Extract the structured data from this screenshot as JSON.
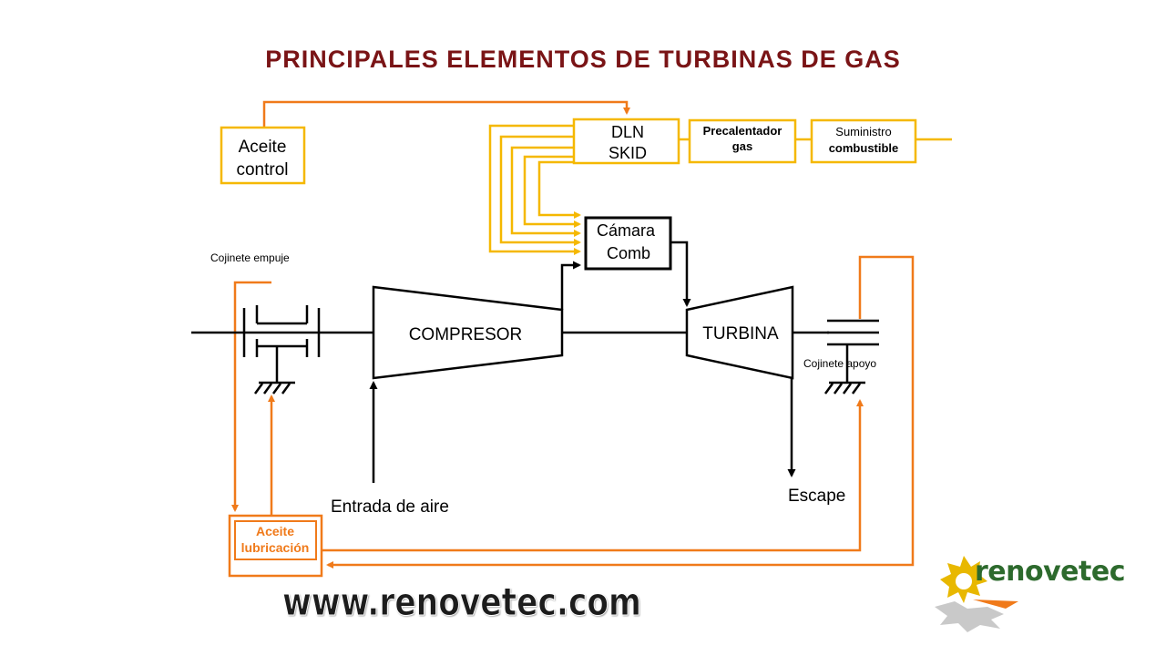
{
  "title": "PRINCIPALES ELEMENTOS DE TURBINAS DE GAS",
  "blocks": {
    "aceite_control": [
      "Aceite",
      "control"
    ],
    "dln_skid": [
      "DLN",
      "SKID"
    ],
    "precalentador": [
      "Precalentador",
      "gas"
    ],
    "suministro": [
      "Suministro",
      "combustible"
    ],
    "camara": [
      "Cámara",
      "Comb"
    ],
    "compresor": "COMPRESOR",
    "turbina": "TURBINA",
    "aceite_lubricacion": [
      "Aceite",
      "lubricación"
    ]
  },
  "labels": {
    "cojinete_empuje": "Cojinete empuje",
    "cojinete_apoyo": "Cojinete apoyo",
    "entrada_aire": "Entrada de aire",
    "escape": "Escape"
  },
  "watermark": {
    "url": "www.renovetec.com",
    "brand": "renovetec"
  },
  "colors": {
    "title": "#7a1416",
    "fuel_lines": "#f5b800",
    "oil_lines": "#f07a1a",
    "black": "#000000",
    "brand": "#2d6a2d",
    "gear": "#e8b800"
  }
}
